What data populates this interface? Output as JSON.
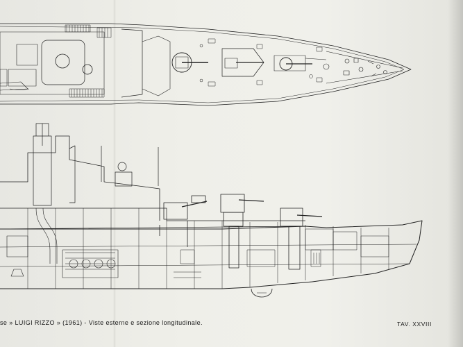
{
  "caption": "se » LUIGI RIZZO » (1961) - Viste esterne e sezione longitudinale.",
  "plate_label": "TAV. XXVIII",
  "views": [
    "plan-view",
    "longitudinal-section"
  ],
  "colors": {
    "paper": "#efefe9",
    "ink": "#1f1f1f"
  }
}
